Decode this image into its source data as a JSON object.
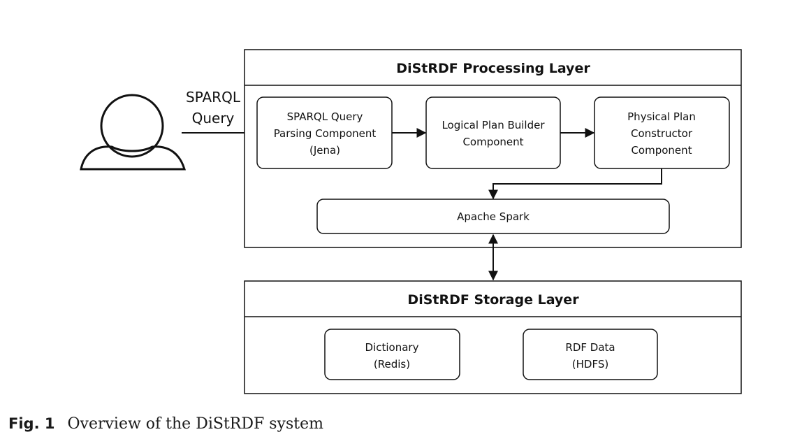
{
  "diagram": {
    "user": {
      "icon": "user-icon",
      "input_label_line1": "SPARQL",
      "input_label_line2": "Query"
    },
    "processing_layer": {
      "title": "DiStRDF Processing Layer",
      "components": [
        {
          "lines": [
            "SPARQL Query",
            "Parsing Component",
            "(Jena)"
          ]
        },
        {
          "lines": [
            "Logical Plan Builder",
            "Component"
          ]
        },
        {
          "lines": [
            "Physical Plan",
            "Constructor",
            "Component"
          ]
        }
      ],
      "engine": "Apache Spark"
    },
    "storage_layer": {
      "title": "DiStRDF Storage Layer",
      "stores": [
        {
          "lines": [
            "Dictionary",
            "(Redis)"
          ]
        },
        {
          "lines": [
            "RDF Data",
            "(HDFS)"
          ]
        }
      ]
    }
  },
  "caption": {
    "label": "Fig. 1",
    "text": "Overview of the DiStRDF system"
  }
}
